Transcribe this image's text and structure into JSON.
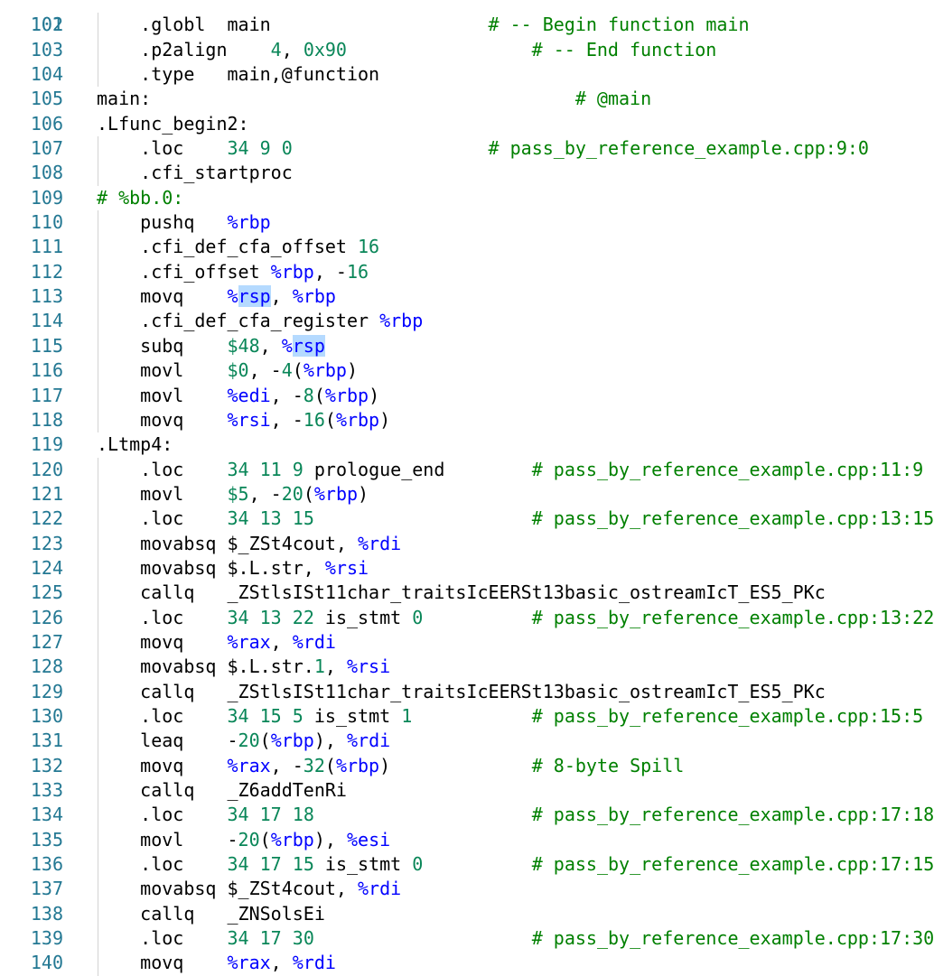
{
  "colors": {
    "background": "#ffffff",
    "line_number": "#237893",
    "text": "#000000",
    "comment": "#008000",
    "number": "#098658",
    "register": "#0000ff",
    "highlight": "#add6ff",
    "indent_guide": "#d3d3d3"
  },
  "partial_top_line": {
    "number": "101",
    "text": "# -- End function"
  },
  "lines": [
    {
      "n": "102",
      "indent": 4,
      "guide": true,
      "seg": [
        [
          "plain",
          ".globl  main"
        ],
        [
          "pad",
          32
        ],
        [
          "com",
          "# -- Begin function main"
        ]
      ]
    },
    {
      "n": "103",
      "indent": 4,
      "guide": true,
      "seg": [
        [
          "plain",
          ".p2align    "
        ],
        [
          "num",
          "4"
        ],
        [
          "plain",
          ", "
        ],
        [
          "num",
          "0x90"
        ]
      ]
    },
    {
      "n": "104",
      "indent": 4,
      "guide": true,
      "seg": [
        [
          "plain",
          ".type   main,@function"
        ]
      ]
    },
    {
      "n": "105",
      "indent": 0,
      "guide": false,
      "seg": [
        [
          "plain",
          "main:"
        ],
        [
          "pad",
          40
        ],
        [
          "com",
          "# @main"
        ]
      ]
    },
    {
      "n": "106",
      "indent": 0,
      "guide": false,
      "seg": [
        [
          "plain",
          ".Lfunc_begin2:"
        ]
      ]
    },
    {
      "n": "107",
      "indent": 4,
      "guide": true,
      "seg": [
        [
          "plain",
          ".loc    "
        ],
        [
          "num",
          "34"
        ],
        [
          "plain",
          " "
        ],
        [
          "num",
          "9"
        ],
        [
          "plain",
          " "
        ],
        [
          "num",
          "0"
        ],
        [
          "pad",
          32
        ],
        [
          "com",
          "# pass_by_reference_example.cpp:9:0"
        ]
      ]
    },
    {
      "n": "108",
      "indent": 4,
      "guide": true,
      "seg": [
        [
          "plain",
          ".cfi_startproc"
        ]
      ]
    },
    {
      "n": "109",
      "indent": 0,
      "guide": false,
      "seg": [
        [
          "com",
          "# %bb.0:"
        ]
      ]
    },
    {
      "n": "110",
      "indent": 4,
      "guide": true,
      "seg": [
        [
          "plain",
          "pushq   "
        ],
        [
          "reg",
          "%rbp"
        ]
      ]
    },
    {
      "n": "111",
      "indent": 4,
      "guide": true,
      "seg": [
        [
          "plain",
          ".cfi_def_cfa_offset "
        ],
        [
          "num",
          "16"
        ]
      ]
    },
    {
      "n": "112",
      "indent": 4,
      "guide": true,
      "seg": [
        [
          "plain",
          ".cfi_offset "
        ],
        [
          "reg",
          "%rbp"
        ],
        [
          "plain",
          ", -"
        ],
        [
          "num",
          "16"
        ]
      ]
    },
    {
      "n": "113",
      "indent": 4,
      "guide": true,
      "seg": [
        [
          "plain",
          "movq    "
        ],
        [
          "reg",
          "%"
        ],
        [
          "reghl",
          "rsp"
        ],
        [
          "plain",
          ", "
        ],
        [
          "reg",
          "%rbp"
        ]
      ]
    },
    {
      "n": "114",
      "indent": 4,
      "guide": true,
      "seg": [
        [
          "plain",
          ".cfi_def_cfa_register "
        ],
        [
          "reg",
          "%rbp"
        ]
      ]
    },
    {
      "n": "115",
      "indent": 4,
      "guide": true,
      "seg": [
        [
          "plain",
          "subq    "
        ],
        [
          "num",
          "$48"
        ],
        [
          "plain",
          ", "
        ],
        [
          "reg",
          "%"
        ],
        [
          "reghl",
          "rsp"
        ]
      ]
    },
    {
      "n": "116",
      "indent": 4,
      "guide": true,
      "seg": [
        [
          "plain",
          "movl    "
        ],
        [
          "num",
          "$0"
        ],
        [
          "plain",
          ", -"
        ],
        [
          "num",
          "4"
        ],
        [
          "plain",
          "("
        ],
        [
          "reg",
          "%rbp"
        ],
        [
          "plain",
          ")"
        ]
      ]
    },
    {
      "n": "117",
      "indent": 4,
      "guide": true,
      "seg": [
        [
          "plain",
          "movl    "
        ],
        [
          "reg",
          "%edi"
        ],
        [
          "plain",
          ", -"
        ],
        [
          "num",
          "8"
        ],
        [
          "plain",
          "("
        ],
        [
          "reg",
          "%rbp"
        ],
        [
          "plain",
          ")"
        ]
      ]
    },
    {
      "n": "118",
      "indent": 4,
      "guide": true,
      "seg": [
        [
          "plain",
          "movq    "
        ],
        [
          "reg",
          "%rsi"
        ],
        [
          "plain",
          ", -"
        ],
        [
          "num",
          "16"
        ],
        [
          "plain",
          "("
        ],
        [
          "reg",
          "%rbp"
        ],
        [
          "plain",
          ")"
        ]
      ]
    },
    {
      "n": "119",
      "indent": 0,
      "guide": false,
      "seg": [
        [
          "plain",
          ".Ltmp4:"
        ]
      ]
    },
    {
      "n": "120",
      "indent": 4,
      "guide": true,
      "seg": [
        [
          "plain",
          ".loc    "
        ],
        [
          "num",
          "34"
        ],
        [
          "plain",
          " "
        ],
        [
          "num",
          "11"
        ],
        [
          "plain",
          " "
        ],
        [
          "num",
          "9"
        ],
        [
          "plain",
          " prologue_end"
        ],
        [
          "pad",
          36
        ],
        [
          "com",
          "# pass_by_reference_example.cpp:11:9"
        ]
      ]
    },
    {
      "n": "121",
      "indent": 4,
      "guide": true,
      "seg": [
        [
          "plain",
          "movl    "
        ],
        [
          "num",
          "$5"
        ],
        [
          "plain",
          ", -"
        ],
        [
          "num",
          "20"
        ],
        [
          "plain",
          "("
        ],
        [
          "reg",
          "%rbp"
        ],
        [
          "plain",
          ")"
        ]
      ]
    },
    {
      "n": "122",
      "indent": 4,
      "guide": true,
      "seg": [
        [
          "plain",
          ".loc    "
        ],
        [
          "num",
          "34"
        ],
        [
          "plain",
          " "
        ],
        [
          "num",
          "13"
        ],
        [
          "plain",
          " "
        ],
        [
          "num",
          "15"
        ],
        [
          "pad",
          36
        ],
        [
          "com",
          "# pass_by_reference_example.cpp:13:15"
        ]
      ]
    },
    {
      "n": "123",
      "indent": 4,
      "guide": true,
      "seg": [
        [
          "plain",
          "movabsq $_ZSt4cout, "
        ],
        [
          "reg",
          "%rdi"
        ]
      ]
    },
    {
      "n": "124",
      "indent": 4,
      "guide": true,
      "seg": [
        [
          "plain",
          "movabsq $.L.str, "
        ],
        [
          "reg",
          "%rsi"
        ]
      ]
    },
    {
      "n": "125",
      "indent": 4,
      "guide": true,
      "seg": [
        [
          "plain",
          "callq   _ZStlsISt11char_traitsIcEERSt13basic_ostreamIcT_ES5_PKc"
        ]
      ]
    },
    {
      "n": "126",
      "indent": 4,
      "guide": true,
      "seg": [
        [
          "plain",
          ".loc    "
        ],
        [
          "num",
          "34"
        ],
        [
          "plain",
          " "
        ],
        [
          "num",
          "13"
        ],
        [
          "plain",
          " "
        ],
        [
          "num",
          "22"
        ],
        [
          "plain",
          " is_stmt "
        ],
        [
          "num",
          "0"
        ],
        [
          "pad",
          36
        ],
        [
          "com",
          "# pass_by_reference_example.cpp:13:22"
        ]
      ]
    },
    {
      "n": "127",
      "indent": 4,
      "guide": true,
      "seg": [
        [
          "plain",
          "movq    "
        ],
        [
          "reg",
          "%rax"
        ],
        [
          "plain",
          ", "
        ],
        [
          "reg",
          "%rdi"
        ]
      ]
    },
    {
      "n": "128",
      "indent": 4,
      "guide": true,
      "seg": [
        [
          "plain",
          "movabsq $.L.str."
        ],
        [
          "num",
          "1"
        ],
        [
          "plain",
          ", "
        ],
        [
          "reg",
          "%rsi"
        ]
      ]
    },
    {
      "n": "129",
      "indent": 4,
      "guide": true,
      "seg": [
        [
          "plain",
          "callq   _ZStlsISt11char_traitsIcEERSt13basic_ostreamIcT_ES5_PKc"
        ]
      ]
    },
    {
      "n": "130",
      "indent": 4,
      "guide": true,
      "seg": [
        [
          "plain",
          ".loc    "
        ],
        [
          "num",
          "34"
        ],
        [
          "plain",
          " "
        ],
        [
          "num",
          "15"
        ],
        [
          "plain",
          " "
        ],
        [
          "num",
          "5"
        ],
        [
          "plain",
          " is_stmt "
        ],
        [
          "num",
          "1"
        ],
        [
          "pad",
          36
        ],
        [
          "com",
          "# pass_by_reference_example.cpp:15:5"
        ]
      ]
    },
    {
      "n": "131",
      "indent": 4,
      "guide": true,
      "seg": [
        [
          "plain",
          "leaq    -"
        ],
        [
          "num",
          "20"
        ],
        [
          "plain",
          "("
        ],
        [
          "reg",
          "%rbp"
        ],
        [
          "plain",
          "), "
        ],
        [
          "reg",
          "%rdi"
        ]
      ]
    },
    {
      "n": "132",
      "indent": 4,
      "guide": true,
      "seg": [
        [
          "plain",
          "movq    "
        ],
        [
          "reg",
          "%rax"
        ],
        [
          "plain",
          ", -"
        ],
        [
          "num",
          "32"
        ],
        [
          "plain",
          "("
        ],
        [
          "reg",
          "%rbp"
        ],
        [
          "plain",
          ")"
        ],
        [
          "pad",
          36
        ],
        [
          "com",
          "# 8-byte Spill"
        ]
      ]
    },
    {
      "n": "133",
      "indent": 4,
      "guide": true,
      "seg": [
        [
          "plain",
          "callq   _Z6addTenRi"
        ]
      ]
    },
    {
      "n": "134",
      "indent": 4,
      "guide": true,
      "seg": [
        [
          "plain",
          ".loc    "
        ],
        [
          "num",
          "34"
        ],
        [
          "plain",
          " "
        ],
        [
          "num",
          "17"
        ],
        [
          "plain",
          " "
        ],
        [
          "num",
          "18"
        ],
        [
          "pad",
          36
        ],
        [
          "com",
          "# pass_by_reference_example.cpp:17:18"
        ]
      ]
    },
    {
      "n": "135",
      "indent": 4,
      "guide": true,
      "seg": [
        [
          "plain",
          "movl    -"
        ],
        [
          "num",
          "20"
        ],
        [
          "plain",
          "("
        ],
        [
          "reg",
          "%rbp"
        ],
        [
          "plain",
          "), "
        ],
        [
          "reg",
          "%esi"
        ]
      ]
    },
    {
      "n": "136",
      "indent": 4,
      "guide": true,
      "seg": [
        [
          "plain",
          ".loc    "
        ],
        [
          "num",
          "34"
        ],
        [
          "plain",
          " "
        ],
        [
          "num",
          "17"
        ],
        [
          "plain",
          " "
        ],
        [
          "num",
          "15"
        ],
        [
          "plain",
          " is_stmt "
        ],
        [
          "num",
          "0"
        ],
        [
          "pad",
          36
        ],
        [
          "com",
          "# pass_by_reference_example.cpp:17:15"
        ]
      ]
    },
    {
      "n": "137",
      "indent": 4,
      "guide": true,
      "seg": [
        [
          "plain",
          "movabsq $_ZSt4cout, "
        ],
        [
          "reg",
          "%rdi"
        ]
      ]
    },
    {
      "n": "138",
      "indent": 4,
      "guide": true,
      "seg": [
        [
          "plain",
          "callq   _ZNSolsEi"
        ]
      ]
    },
    {
      "n": "139",
      "indent": 4,
      "guide": true,
      "seg": [
        [
          "plain",
          ".loc    "
        ],
        [
          "num",
          "34"
        ],
        [
          "plain",
          " "
        ],
        [
          "num",
          "17"
        ],
        [
          "plain",
          " "
        ],
        [
          "num",
          "30"
        ],
        [
          "pad",
          36
        ],
        [
          "com",
          "# pass_by_reference_example.cpp:17:30"
        ]
      ]
    },
    {
      "n": "140",
      "indent": 4,
      "guide": true,
      "seg": [
        [
          "plain",
          "movq    "
        ],
        [
          "reg",
          "%rax"
        ],
        [
          "plain",
          ", "
        ],
        [
          "reg",
          "%rdi"
        ]
      ]
    }
  ]
}
